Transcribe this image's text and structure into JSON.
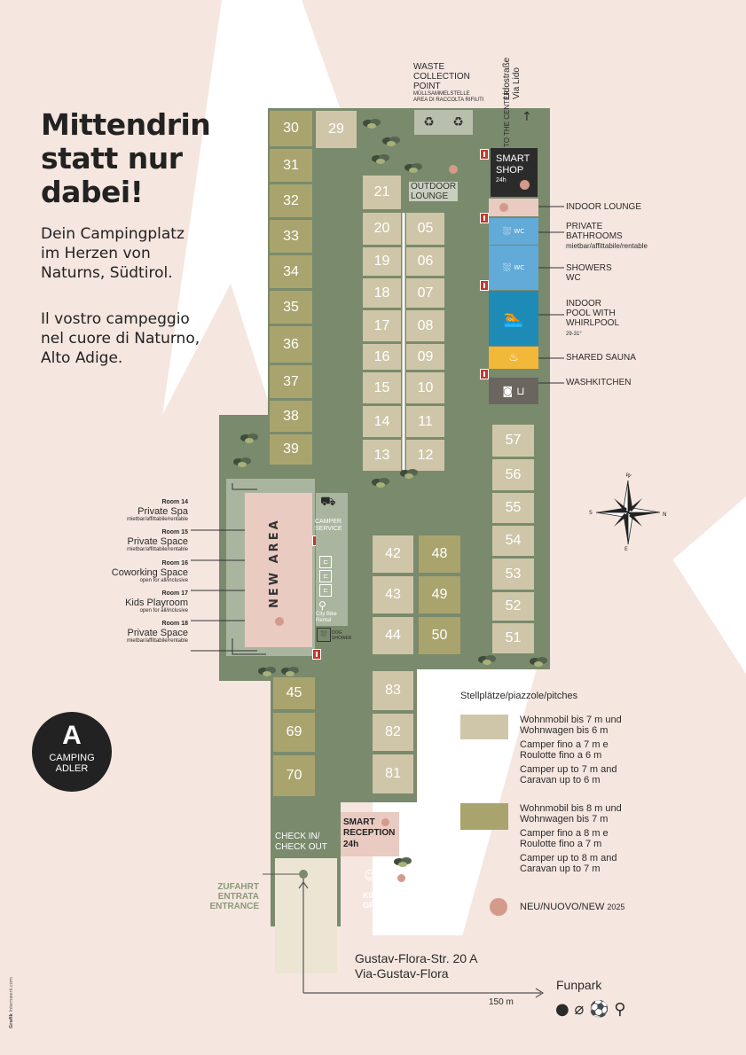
{
  "headline": [
    "Mittendrin",
    "statt nur",
    "dabei!"
  ],
  "intro_de": [
    "Dein Campingplatz",
    "im Herzen von",
    "Naturns, Südtirol."
  ],
  "intro_it": [
    "Il vostro campeggio",
    "nel cuore di Naturno,",
    "Alto Adige."
  ],
  "waste": {
    "l1": "WASTE",
    "l2": "COLLECTION",
    "l3": "POINT",
    "l4": "MÜLLSAMMELSTELLE",
    "l5": "AREA DI RACCOLTA RIFIUTI"
  },
  "street_top": {
    "l1": "Lidostraße",
    "l2": "Via Lido"
  },
  "to_center": "TO THE CENTER",
  "outdoor_lounge": {
    "l1": "OUTDOOR",
    "l2": "LOUNGE"
  },
  "smart_shop": {
    "l1": "SMART",
    "l2": "SHOP",
    "l3": "24h"
  },
  "services": {
    "indoor_lounge": "INDOOR LOUNGE",
    "private_bathrooms": {
      "l1": "PRIVATE",
      "l2": "BATHROOMS",
      "l3": "mietbar/affittabile/rentable"
    },
    "showers": {
      "l1": "SHOWERS",
      "l2": "WC"
    },
    "pool": {
      "l1": "INDOOR",
      "l2": "POOL WITH",
      "l3": "WHIRLPOOL",
      "l4": "29-31°"
    },
    "sauna": "SHARED SAUNA",
    "washkitchen": "WASHKITCHEN",
    "wc_tag": "WC"
  },
  "pitches_left_column": [
    "30",
    "31",
    "32",
    "33",
    "34",
    "35",
    "36",
    "37",
    "38",
    "39"
  ],
  "pitch_29": "29",
  "pitches_middle_left": [
    "21",
    "20",
    "19",
    "18",
    "17",
    "16",
    "15",
    "14",
    "13"
  ],
  "pitches_middle_right": [
    "05",
    "06",
    "07",
    "08",
    "09",
    "10",
    "11",
    "12"
  ],
  "pitches_right_column": [
    "57",
    "56",
    "55",
    "54",
    "53",
    "52",
    "51"
  ],
  "pitches_block_a": [
    "42",
    "43",
    "44"
  ],
  "pitches_block_b": [
    "48",
    "49",
    "50"
  ],
  "pitches_lower_left": [
    "45",
    "69",
    "70"
  ],
  "pitches_lower_mid": [
    "83",
    "82",
    "81"
  ],
  "new_area": "NEW AREA",
  "camper_service": {
    "l1": "CAMPER",
    "l2": "SERVICE"
  },
  "city_bike": {
    "l1": "City Bike",
    "l2": "Rental"
  },
  "dog_shower": {
    "l1": "DOG",
    "l2": "SHOWER"
  },
  "rooms": [
    {
      "num": "Room 14",
      "title": "Private Spa",
      "sub": "mietbar/affittabile/rentable"
    },
    {
      "num": "Room 15",
      "title": "Private Space",
      "sub": "mietbar/affittabile/rentable"
    },
    {
      "num": "Room 16",
      "title": "Coworking Space",
      "sub": "open for all/inclusive"
    },
    {
      "num": "Room 17",
      "title": "Kids Playroom",
      "sub": "open for all/inclusive"
    },
    {
      "num": "Room 18",
      "title": "Private Space",
      "sub": "mietbar/affittabile/rentable"
    }
  ],
  "logo": {
    "l1": "CAMPING",
    "l2": "ADLER",
    "letter": "A"
  },
  "legend": {
    "title": "Stellplätze/piazzole/pitches",
    "small": [
      "Wohnmobil bis 7 m und",
      "Wohnwagen bis 6 m",
      "Camper fino a 7 m e",
      "Roulotte fino a 6 m",
      "Camper up to 7 m and",
      "Caravan up to 6 m"
    ],
    "large": [
      "Wohnmobil bis 8 m und",
      "Wohnwagen bis 7 m",
      "Camper fino a 8 m e",
      "Roulotte fino a 7 m",
      "Camper up to 8 m and",
      "Caravan up to 7 m"
    ],
    "new": "NEU/NUOVO/NEW",
    "new_year": "2025"
  },
  "smart_reception": {
    "l1": "SMART",
    "l2": "RECEPTION",
    "l3": "24h"
  },
  "check": {
    "l1": "CHECK IN/",
    "l2": "CHECK OUT"
  },
  "kids_play": {
    "l1": "KIDS PLAY",
    "l2": "GROUND"
  },
  "entrance": {
    "l1": "ZUFAHRT",
    "l2": "ENTRATA",
    "l3": "ENTRANCE"
  },
  "address": {
    "l1": "Gustav-Flora-Str. 20 A",
    "l2": "Via-Gustav-Flora"
  },
  "funpark": "Funpark",
  "distance": "150 m",
  "credit_bold": "Grafik",
  "credit": " Internwerk.com",
  "compass": {
    "n": "N",
    "s": "S",
    "e": "E",
    "w": "W"
  },
  "colors": {
    "grass": "#7a8a6c",
    "pitch_large": "#a9a46e",
    "pitch_small": "#cfc6a9",
    "pink": "#e9cbc1",
    "shop": "#2b2b2b",
    "pool": "#1e8bb6",
    "bath": "#62aad8",
    "sauna": "#f1b83a",
    "wash": "#6b6560",
    "bg_pink": "#f5e6df",
    "accent_dot": "#d49a8a"
  }
}
